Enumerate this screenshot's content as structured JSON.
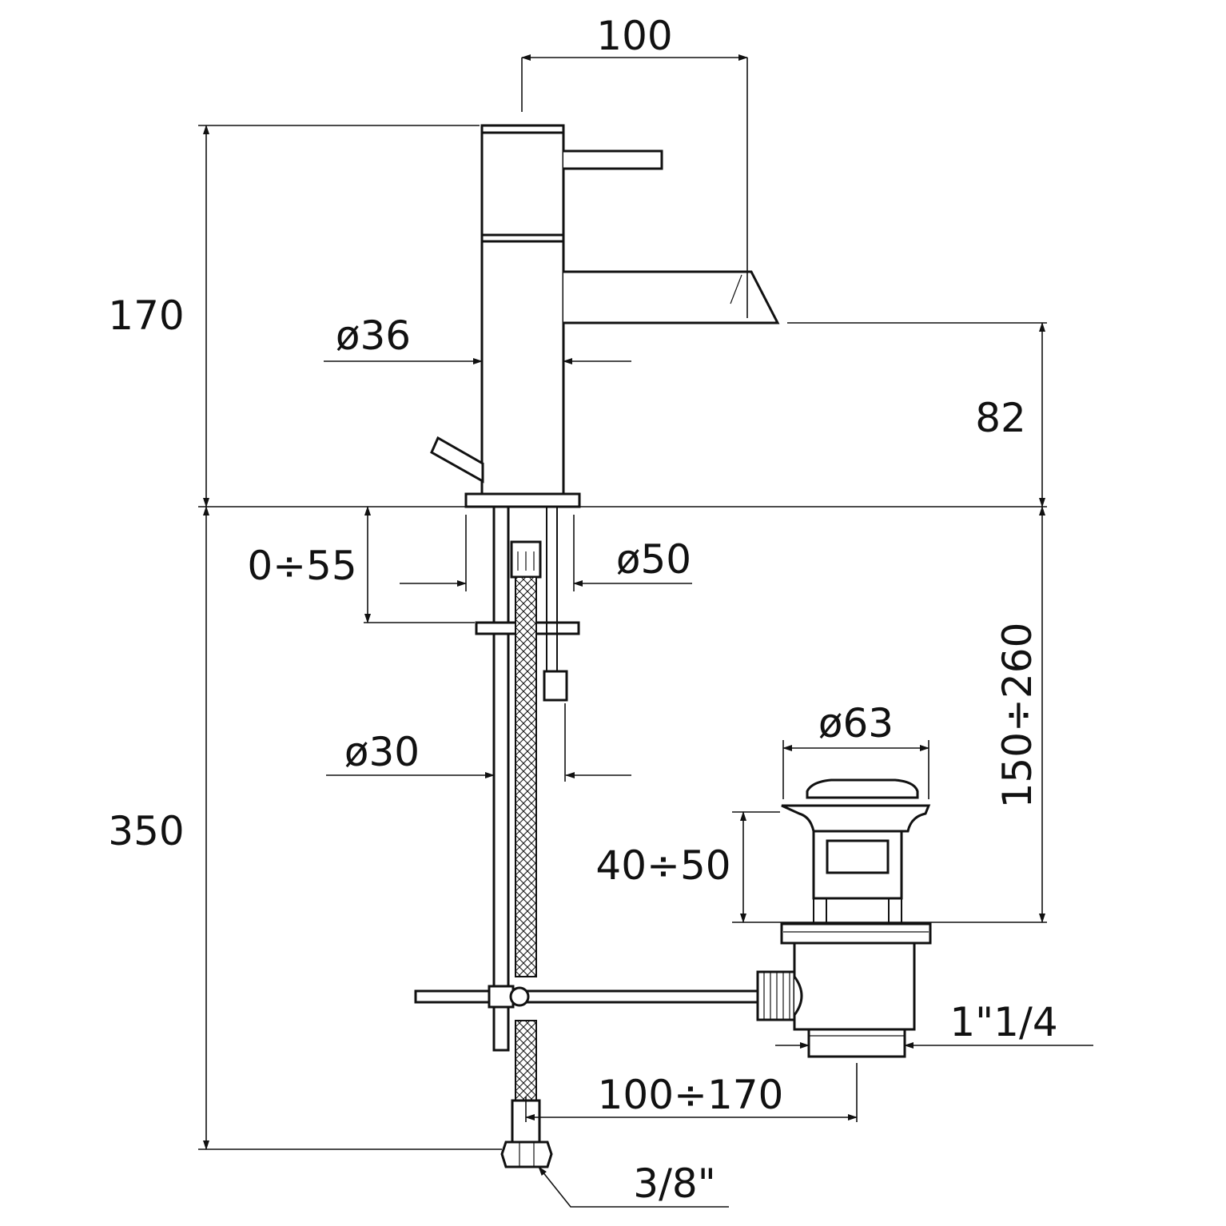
{
  "diagram": {
    "dimensions": {
      "spout_reach": "100",
      "total_height": "170",
      "body_diameter": "ø36",
      "spout_height": "82",
      "max_deck_thickness": "0÷55",
      "hole_diameter": "ø50",
      "shank_diameter": "ø30",
      "below_deck_length": "350",
      "drain_to_deck": "150÷260",
      "drain_cap_diameter": "ø63",
      "drain_adjust": "40÷50",
      "drain_thread": "1\"1/4",
      "rod_distance": "100÷170",
      "hose_connection": "3/8\""
    }
  }
}
